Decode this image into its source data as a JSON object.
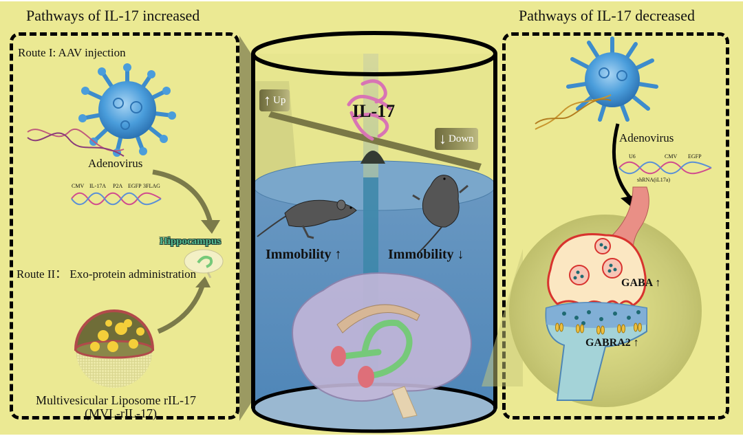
{
  "left_panel": {
    "title": "Pathways of IL-17 increased",
    "route1": "Route I: AAV injection",
    "virus_label": "Adenovirus",
    "construct": [
      "CMV",
      "IL-17A",
      "P2A",
      "EGFP",
      "3FLAG"
    ],
    "target_label": "Hippocampus",
    "route2": "Route II： Exo-protein administration",
    "liposome_label_line1": "Multivesicular Liposome rIL-17",
    "liposome_label_line2": "(MVL-rIL-17)"
  },
  "center": {
    "protein_label": "IL-17",
    "up_tag": {
      "arrow": "↑",
      "label": "Up"
    },
    "down_tag": {
      "arrow": "↓",
      "label": "Down"
    },
    "left_result": "Immobility ↑",
    "right_result": "Immobility ↓"
  },
  "right_panel": {
    "title": "Pathways of IL-17 decreased",
    "virus_label": "Adenovirus",
    "construct": [
      "U6",
      "CMV",
      "EGFP"
    ],
    "construct_sub": "shRNA(iL17a)",
    "gaba_label": "GABA ↑",
    "receptor_label": "GABRA2 ↑"
  },
  "colors": {
    "background": "#ebe993",
    "virus": "#3f97d6",
    "water": "#5f93c0",
    "arrow_olive": "#7b7a4a",
    "synapse_pink": "#e98f86",
    "hippocampus_green": "#76c979",
    "amygdala_red": "#de6f79"
  }
}
